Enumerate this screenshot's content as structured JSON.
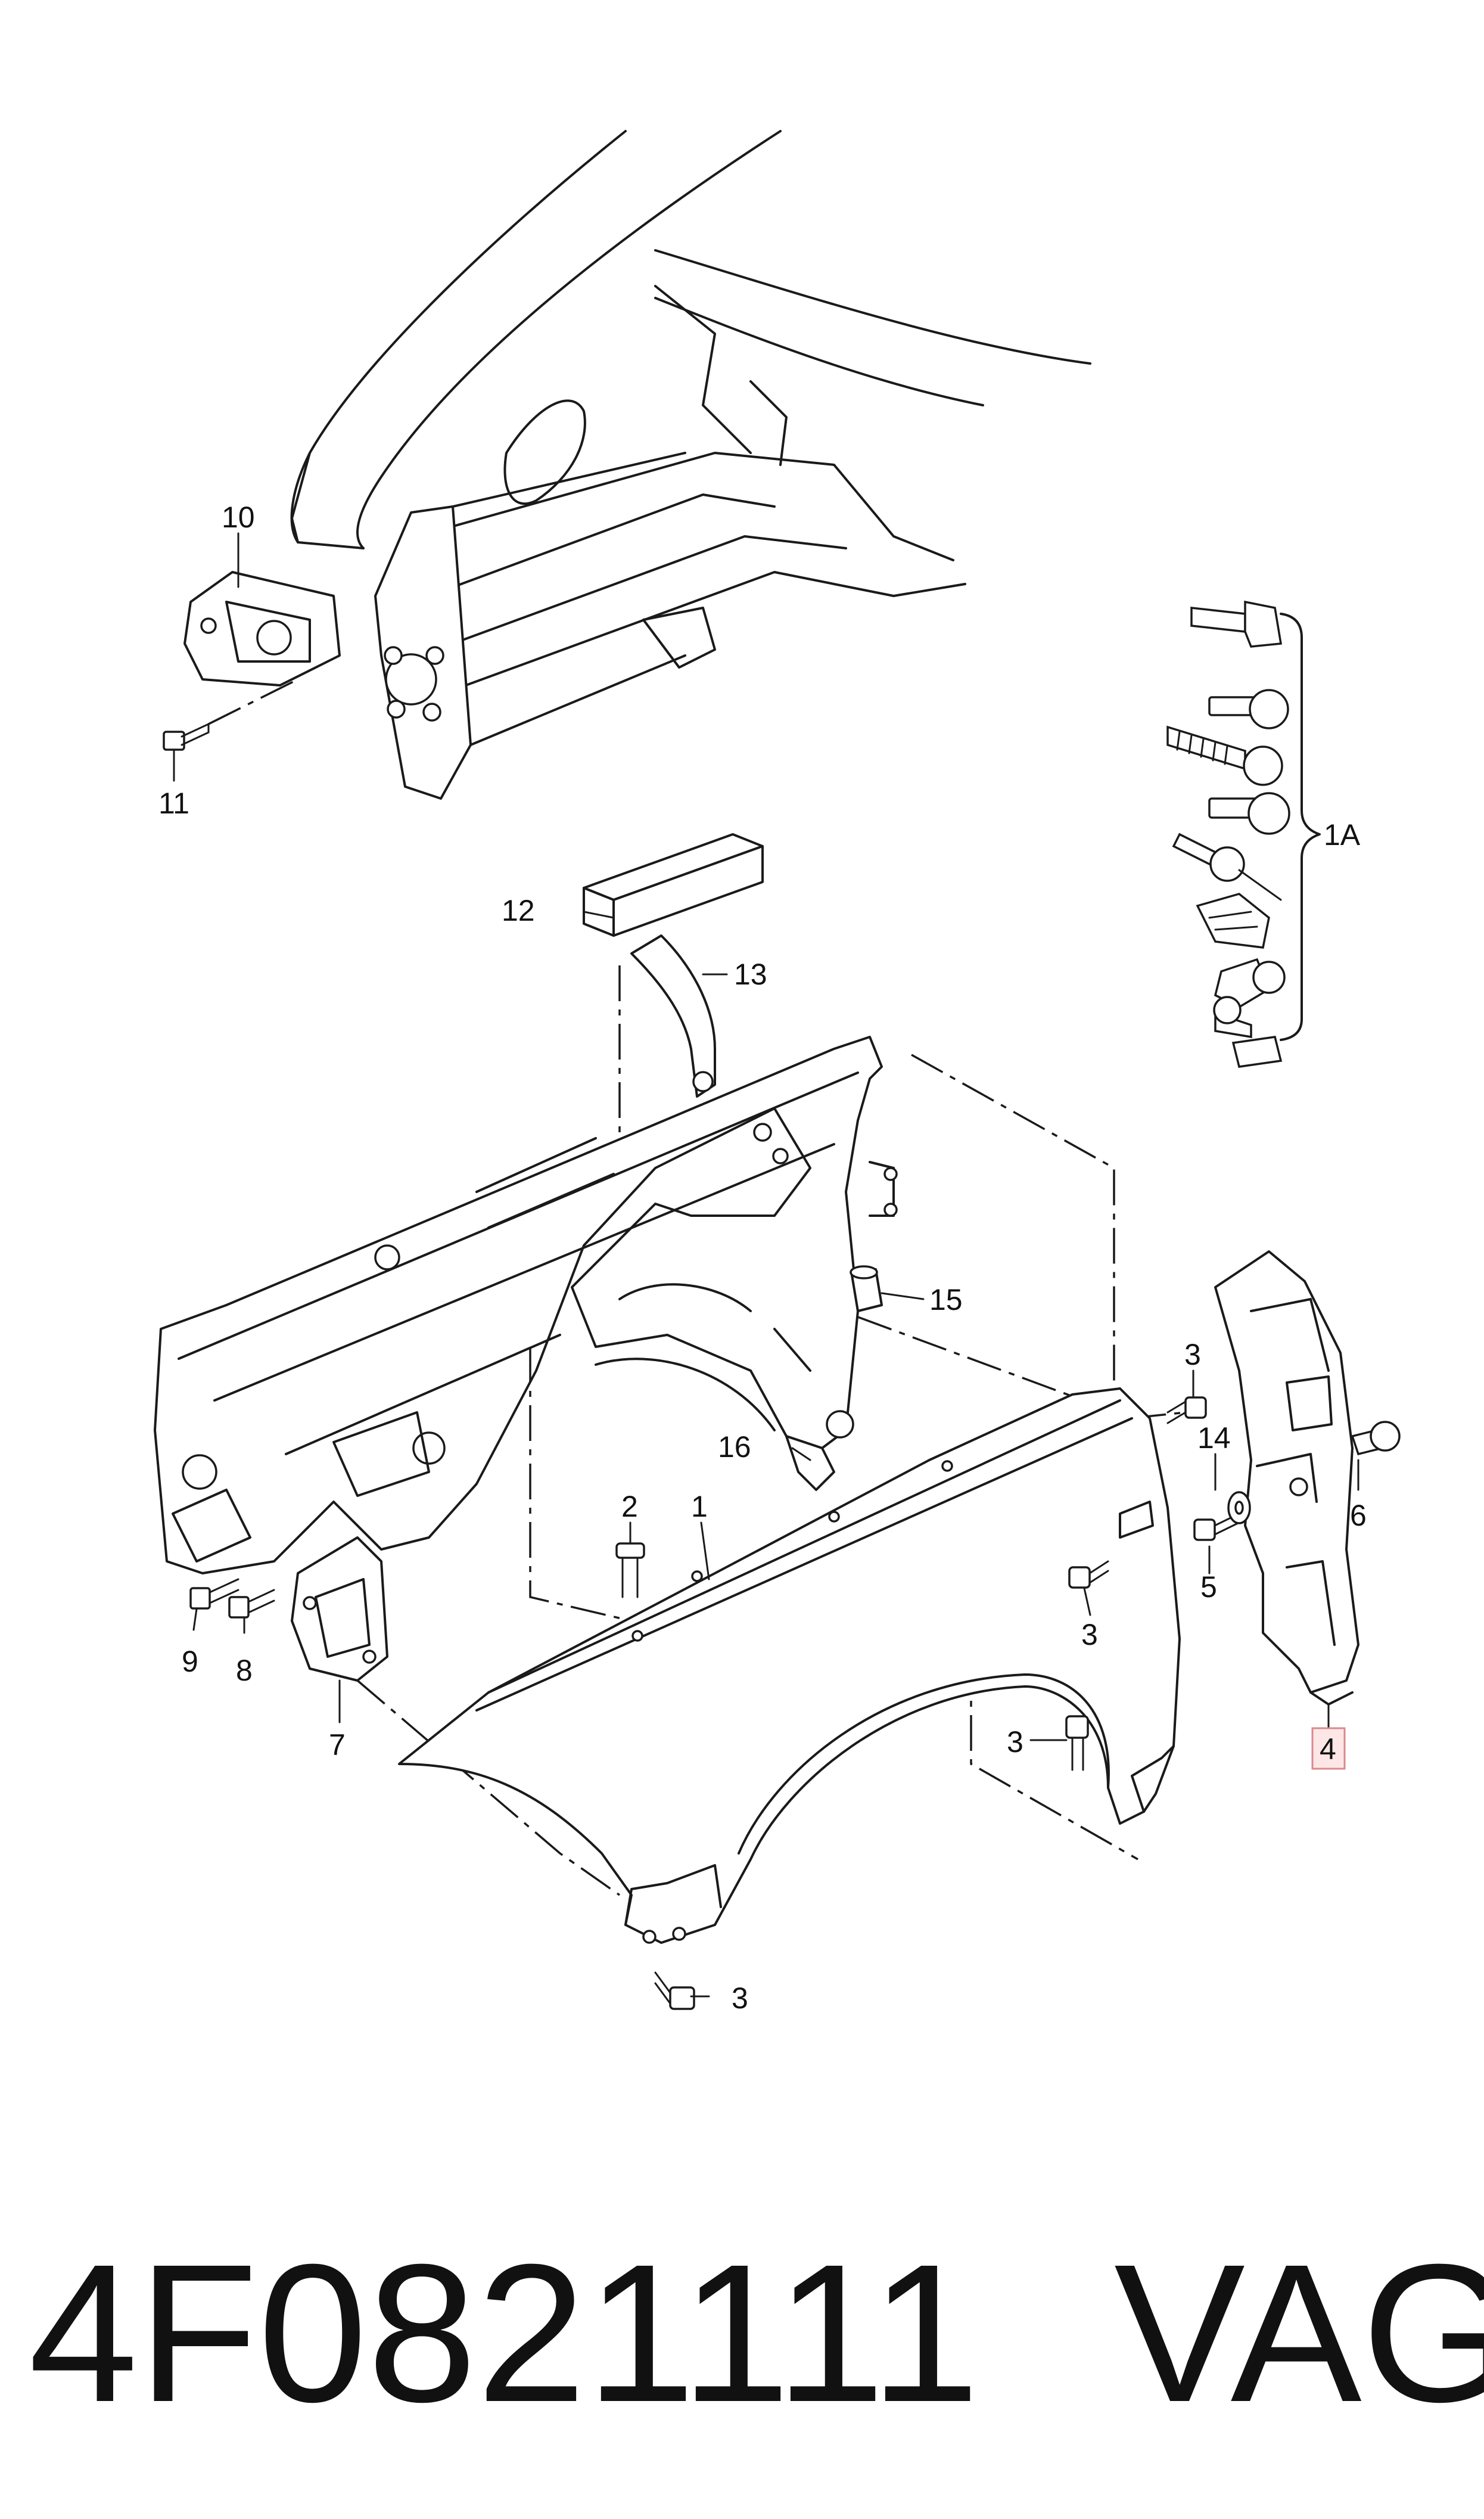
{
  "callouts": {
    "c1": "1",
    "c1A": "1A",
    "c2": "2",
    "c3": "3",
    "c4": "4",
    "c5": "5",
    "c6": "6",
    "c7": "7",
    "c8": "8",
    "c9": "9",
    "c10": "10",
    "c11": "11",
    "c12": "12",
    "c13": "13",
    "c14": "14",
    "c15": "15",
    "c16": "16"
  },
  "highlighted_callout": "4",
  "highlight_color": "#fde6e6",
  "footer": {
    "part_number": "4F0821111",
    "brand": "VAG"
  }
}
